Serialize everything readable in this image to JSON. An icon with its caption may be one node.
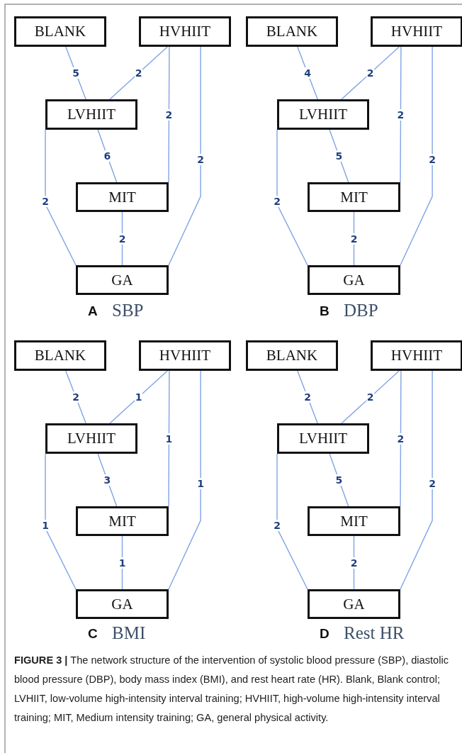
{
  "diagram": {
    "caption": "**FIGURE 3 |** The network structure of the intervention of systolic blood pressure (SBP), diastolic blood pressure (DBP), body mass index (BMI), and rest heart rate (HR). Blank, Blank control; LVHIIT, low-volume high-intensity interval training; HVHIIT, high-volume high-intensity interval training; MIT, Medium intensity training; GA, general physical activity.",
    "nodes": [
      {
        "text": [
          "BLANK"
        ]
      },
      {
        "text": [
          "HVHIIT"
        ]
      },
      {
        "text": [
          "LVHIIT"
        ]
      },
      {
        "text": [
          "MIT"
        ]
      },
      {
        "text": [
          "GA"
        ]
      },
      {
        "text": [
          "BLANK"
        ]
      },
      {
        "text": [
          "HVHIIT"
        ]
      },
      {
        "text": [
          "LVHIIT"
        ]
      },
      {
        "text": [
          "MIT"
        ]
      },
      {
        "text": [
          "GA"
        ]
      },
      {
        "text": [
          "BLANK"
        ]
      },
      {
        "text": [
          "HVHIIT"
        ]
      },
      {
        "text": [
          "LVHIIT"
        ]
      },
      {
        "text": [
          "MIT"
        ]
      },
      {
        "text": [
          "GA"
        ]
      },
      {
        "text": [
          "BLANK"
        ]
      },
      {
        "text": [
          "HVHIIT"
        ]
      },
      {
        "text": [
          "LVHIIT"
        ]
      },
      {
        "text": [
          "MIT"
        ]
      },
      {
        "text": [
          "GA"
        ]
      }
    ],
    "edges": [
      {
        "from": 0,
        "to": 2,
        "arrow": "none",
        "label": "5"
      },
      {
        "from": 1,
        "to": 2,
        "arrow": "none",
        "label": "2"
      },
      {
        "from": 1,
        "to": 3,
        "arrow": "none",
        "label": "2"
      },
      {
        "from": 1,
        "to": 4,
        "arrow": "none",
        "label": "2"
      },
      {
        "from": 2,
        "to": 3,
        "arrow": "none",
        "label": "6"
      },
      {
        "from": 2,
        "to": 4,
        "arrow": "none",
        "label": "2"
      },
      {
        "from": 3,
        "to": 4,
        "arrow": "none",
        "label": "2"
      },
      {
        "from": 5,
        "to": 7,
        "arrow": "none",
        "label": "4"
      },
      {
        "from": 6,
        "to": 7,
        "arrow": "none",
        "label": "2"
      },
      {
        "from": 6,
        "to": 8,
        "arrow": "none",
        "label": "2"
      },
      {
        "from": 6,
        "to": 9,
        "arrow": "none",
        "label": "2"
      },
      {
        "from": 7,
        "to": 8,
        "arrow": "none",
        "label": "5"
      },
      {
        "from": 7,
        "to": 9,
        "arrow": "none",
        "label": "2"
      },
      {
        "from": 8,
        "to": 9,
        "arrow": "none",
        "label": "2"
      },
      {
        "from": 10,
        "to": 12,
        "arrow": "none",
        "label": "2"
      },
      {
        "from": 11,
        "to": 12,
        "arrow": "none",
        "label": "1"
      },
      {
        "from": 11,
        "to": 13,
        "arrow": "none",
        "label": "1"
      },
      {
        "from": 11,
        "to": 14,
        "arrow": "none",
        "label": "1"
      },
      {
        "from": 12,
        "to": 13,
        "arrow": "none",
        "label": "3"
      },
      {
        "from": 12,
        "to": 14,
        "arrow": "none",
        "label": "1"
      },
      {
        "from": 13,
        "to": 14,
        "arrow": "none",
        "label": "1"
      },
      {
        "from": 15,
        "to": 17,
        "arrow": "none",
        "label": "2"
      },
      {
        "from": 16,
        "to": 17,
        "arrow": "none",
        "label": "2"
      },
      {
        "from": 16,
        "to": 18,
        "arrow": "none",
        "label": "2"
      },
      {
        "from": 16,
        "to": 19,
        "arrow": "none",
        "label": "2"
      },
      {
        "from": 17,
        "to": 18,
        "arrow": "none",
        "label": "5"
      },
      {
        "from": 17,
        "to": 19,
        "arrow": "none",
        "label": "2"
      },
      {
        "from": 18,
        "to": 19,
        "arrow": "none",
        "label": "2"
      }
    ],
    "labels": [
      "A",
      "SBP",
      "B",
      "DBP",
      "C",
      "BMI",
      "D",
      "Rest HR"
    ]
  }
}
